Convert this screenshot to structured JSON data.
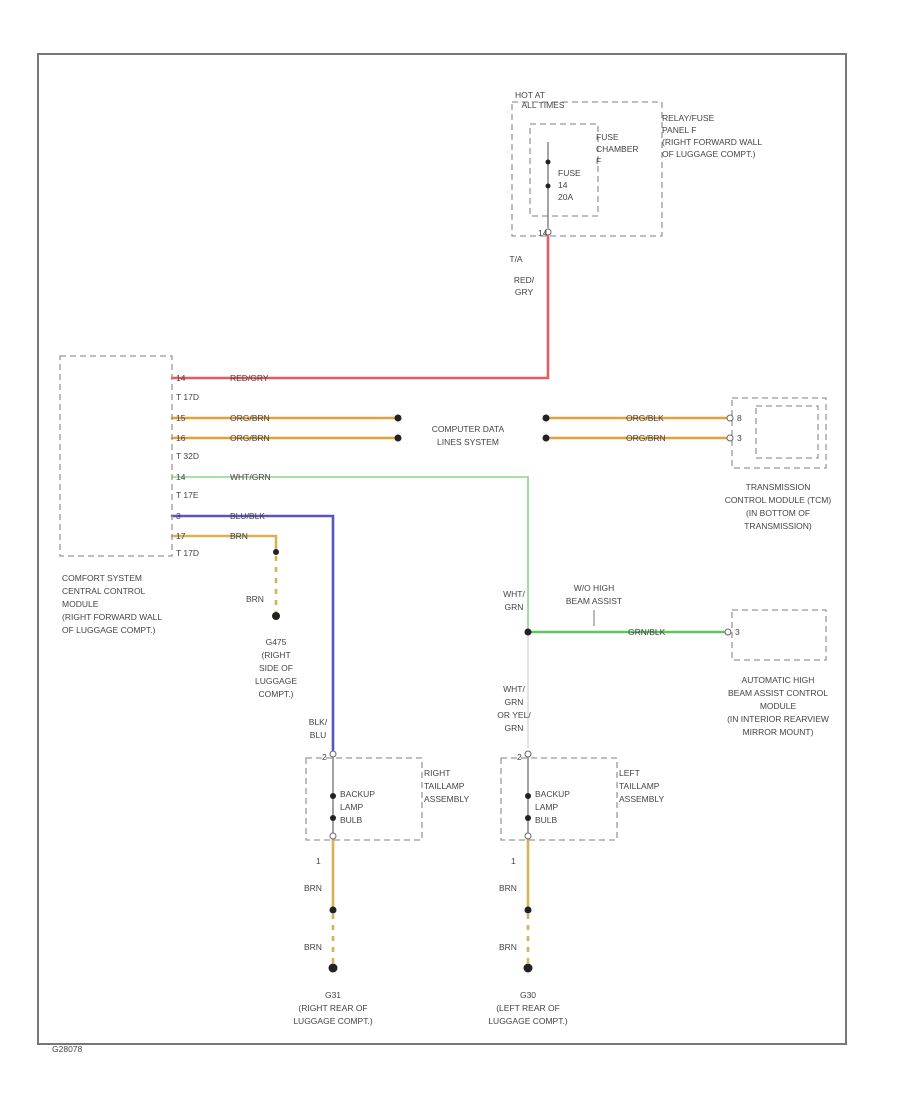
{
  "diagram": {
    "figure_id": "G28078",
    "colors": {
      "red_gry": "#e65a64",
      "org_brn": "#e0a03a",
      "wht_grn": "#8ed48e",
      "blu_blk": "#5656c2",
      "brn": "#d6b254",
      "grn_blk": "#5cc85c",
      "frame": "#777777"
    },
    "fuse_panel": {
      "hot_at": "HOT AT",
      "all_times": "ALL TIMES",
      "panel_lines": [
        "RELAY/FUSE",
        "PANEL F",
        "(RIGHT FORWARD WALL",
        "OF LUGGAGE COMPT.)"
      ],
      "chamber_lines": [
        "FUSE",
        "CHAMBER",
        "F"
      ],
      "fuse_lines": [
        "FUSE",
        "14",
        "20A"
      ],
      "pin": "14",
      "pin_label": "T/A",
      "wire_lines": [
        "RED/",
        "GRY"
      ]
    },
    "comfort_module": {
      "lines": [
        "COMFORT SYSTEM",
        "CENTRAL CONTROL",
        "MODULE",
        "(RIGHT FORWARD WALL",
        "OF LUGGAGE COMPT.)"
      ],
      "connectors": [
        "T 17D",
        "T 32D",
        "T 17E",
        "T 17D"
      ],
      "pins": [
        "14",
        "15",
        "16",
        "14",
        "3",
        "17"
      ],
      "wire_labels": [
        "RED/GRY",
        "ORG/BRN",
        "ORG/BRN",
        "WHT/GRN",
        "BLU/BLK",
        "BRN"
      ]
    },
    "data_lines": {
      "lines": [
        "COMPUTER DATA",
        "LINES SYSTEM"
      ],
      "right_labels": [
        "ORG/BLK",
        "ORG/BRN"
      ]
    },
    "transmission_module": {
      "lines": [
        "TRANSMISSION",
        "CONTROL MODULE (TCM)",
        "(IN BOTTOM OF",
        "TRANSMISSION)"
      ],
      "pins": [
        "8",
        "3"
      ]
    },
    "ground_g475": {
      "wire": "BRN",
      "lines": [
        "G475",
        "(RIGHT",
        "SIDE OF",
        "LUGGAGE",
        "COMPT.)"
      ]
    },
    "high_beam_assist": {
      "wire_lines": [
        "WHT/",
        "GRN"
      ],
      "branch_lines": [
        "W/O HIGH",
        "BEAM ASSIST"
      ],
      "right_label": "GRN/BLK",
      "module_lines": [
        "AUTOMATIC HIGH",
        "BEAM ASSIST CONTROL",
        "MODULE",
        "(IN INTERIOR REARVIEW",
        "MIRROR MOUNT)"
      ],
      "pin": "3"
    },
    "left_feed": {
      "lines": [
        "WHT/",
        "GRN",
        "OR YEL/",
        "GRN"
      ]
    },
    "right_taillamp": {
      "wire_lines": [
        "BLK/",
        "BLU"
      ],
      "assembly_lines": [
        "RIGHT",
        "TAILLAMP",
        "ASSEMBLY"
      ],
      "bulb_lines": [
        "BACKUP",
        "LAMP",
        "BULB"
      ],
      "pin_top": "2",
      "pin_bottom": "1",
      "wire_upper": "BRN",
      "wire_lower": "BRN",
      "ground_lines": [
        "G31",
        "(RIGHT REAR OF",
        "LUGGAGE COMPT.)"
      ]
    },
    "left_taillamp": {
      "assembly_lines": [
        "LEFT",
        "TAILLAMP",
        "ASSEMBLY"
      ],
      "bulb_lines": [
        "BACKUP",
        "LAMP",
        "BULB"
      ],
      "pin_top": "2",
      "pin_bottom": "1",
      "wire_upper": "BRN",
      "wire_lower": "BRN",
      "ground_lines": [
        "G30",
        "(LEFT REAR OF",
        "LUGGAGE COMPT.)"
      ]
    }
  }
}
